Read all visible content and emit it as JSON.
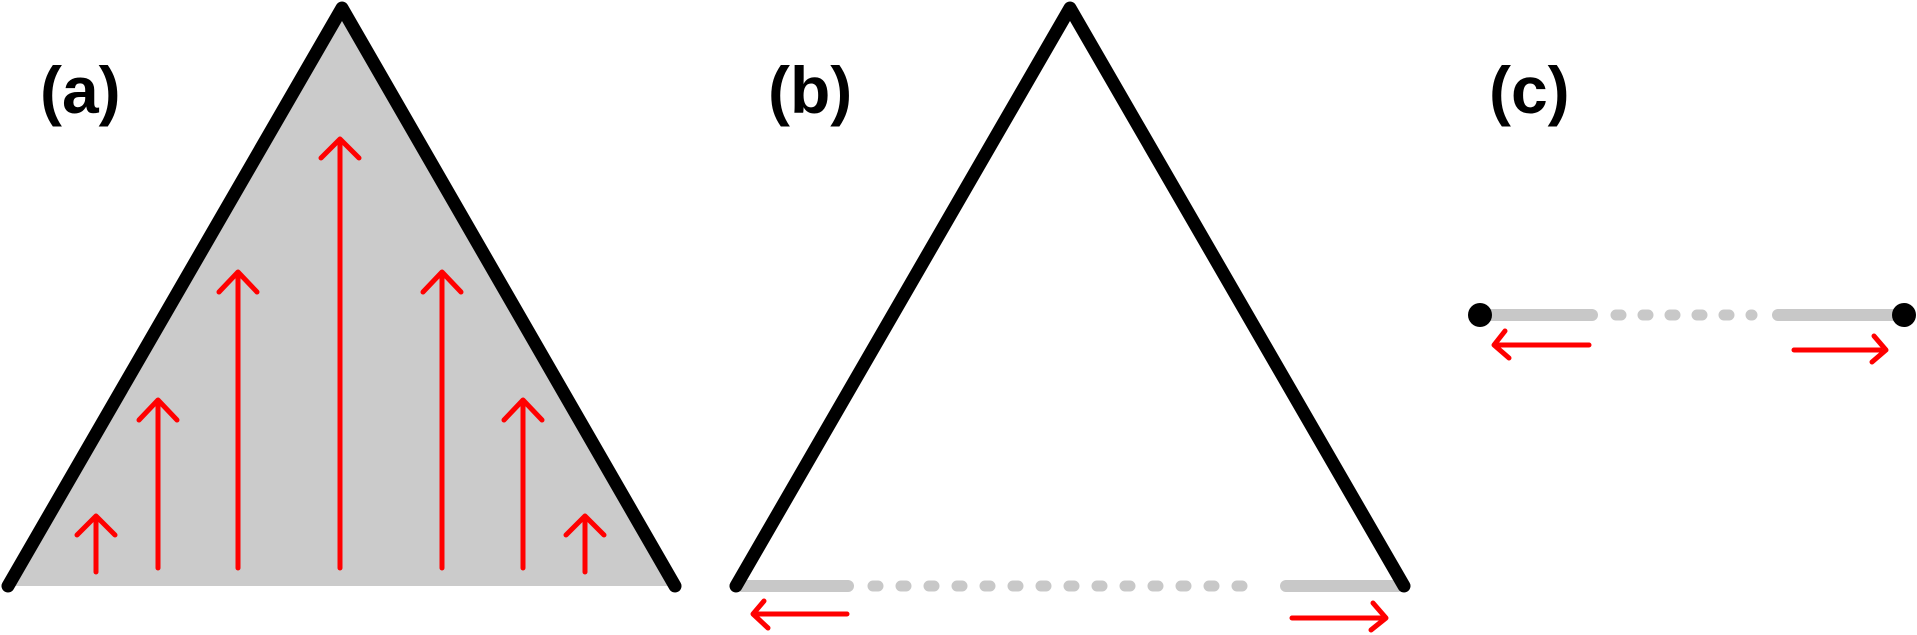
{
  "panels": {
    "a": {
      "label": "(a)"
    },
    "b": {
      "label": "(b)"
    },
    "c": {
      "label": "(c)"
    }
  },
  "colors": {
    "outline": "#000000",
    "fill": "#cbcbcb",
    "arrow": "#ff0000",
    "gap": "#c8c8c8",
    "background": "#ffffff"
  }
}
